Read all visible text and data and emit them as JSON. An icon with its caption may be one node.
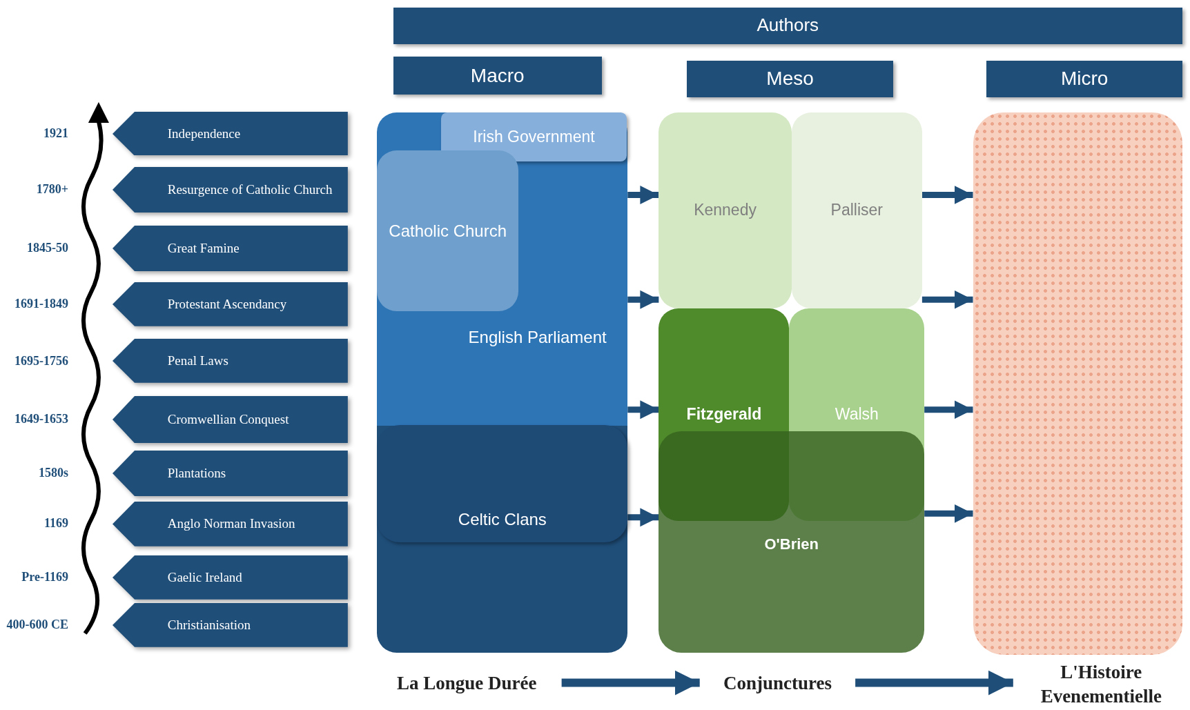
{
  "diagram": {
    "nodes": [
      {
        "text": [
          "Authors"
        ]
      },
      {
        "text": [
          "Macro"
        ]
      },
      {
        "text": [
          "Meso"
        ]
      },
      {
        "text": [
          "Micro"
        ]
      },
      {
        "text": [
          "Independence"
        ],
        "beside": [
          "1921"
        ]
      },
      {
        "text": [
          "Resurgence of Catholic Church"
        ],
        "beside": [
          "1780+"
        ]
      },
      {
        "text": [
          "Great Famine"
        ],
        "beside": [
          "1845-50"
        ]
      },
      {
        "text": [
          "Protestant Ascendancy"
        ],
        "beside": [
          "1691-1849"
        ]
      },
      {
        "text": [
          "Penal Laws"
        ],
        "beside": [
          "1695-1756"
        ]
      },
      {
        "text": [
          "Cromwellian Conquest"
        ],
        "beside": [
          "1649-1653"
        ]
      },
      {
        "text": [
          "Plantations"
        ],
        "beside": [
          "1580s"
        ]
      },
      {
        "text": [
          "Anglo Norman Invasion"
        ],
        "beside": [
          "1169"
        ]
      },
      {
        "text": [
          "Gaelic Ireland"
        ],
        "beside": [
          "Pre-1169"
        ]
      },
      {
        "text": [
          "Christianisation"
        ],
        "beside": [
          "400-600 CE"
        ]
      },
      {
        "text": [
          "English Parliament"
        ]
      },
      {
        "text": [
          "Irish Government"
        ],
        "in": 14
      },
      {
        "text": [
          "Catholic Church"
        ],
        "in": 14
      },
      {
        "text": [
          "Celtic Clans"
        ],
        "in": 14
      },
      {
        "text": [
          "Kennedy"
        ]
      },
      {
        "text": [
          "Palliser"
        ]
      },
      {
        "text": [
          "Fitzgerald"
        ]
      },
      {
        "text": [
          "Walsh"
        ]
      },
      {
        "text": [
          "O'Brien"
        ]
      },
      {
        "text": [],
        "shape": "box"
      },
      {
        "text": [
          "La Longue Durée"
        ]
      },
      {
        "text": [
          "Conjunctures"
        ]
      },
      {
        "text": [
          "L'Histoire Evenementielle"
        ]
      }
    ],
    "edges": [
      {
        "from": 14,
        "to": 18,
        "arrow": "to"
      },
      {
        "from": 14,
        "to": 18,
        "arrow": "to"
      },
      {
        "from": 14,
        "to": 20,
        "arrow": "to"
      },
      {
        "from": 17,
        "to": 22,
        "arrow": "to"
      },
      {
        "from": 19,
        "to": 23,
        "arrow": "to"
      },
      {
        "from": 19,
        "to": 23,
        "arrow": "to"
      },
      {
        "from": 21,
        "to": 23,
        "arrow": "to"
      },
      {
        "from": 22,
        "to": 23,
        "arrow": "to"
      },
      {
        "from": 24,
        "to": 25,
        "arrow": "to"
      },
      {
        "from": 25,
        "to": 26,
        "arrow": "to"
      }
    ]
  }
}
